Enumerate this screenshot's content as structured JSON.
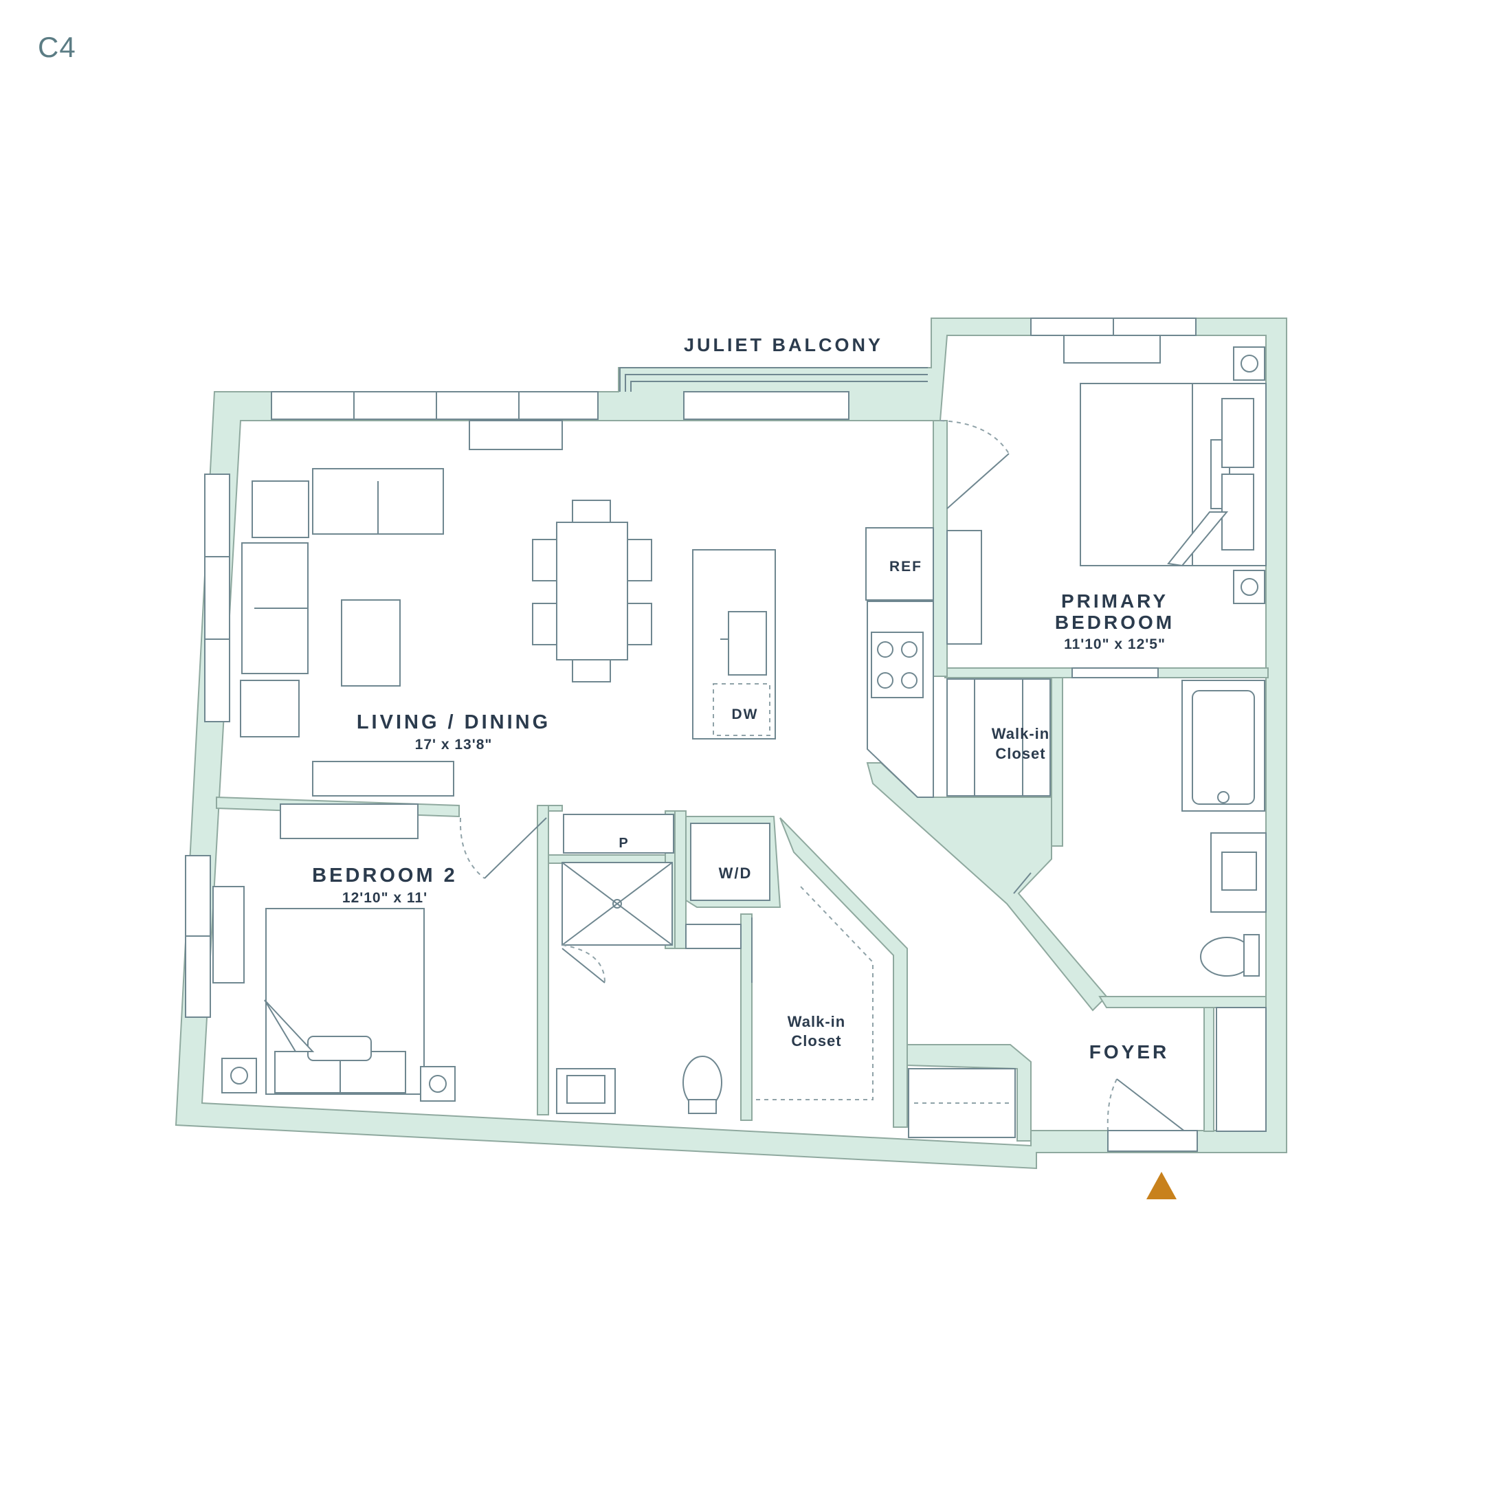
{
  "unit_code": "C4",
  "labels": {
    "balcony": "JULIET BALCONY",
    "primary_bedroom_line1": "PRIMARY",
    "primary_bedroom_line2": "BEDROOM",
    "primary_bedroom_dim": "11'10\" x 12'5\"",
    "living_dining": "LIVING / DINING",
    "living_dining_dim": "17' x 13'8\"",
    "bedroom2": "BEDROOM 2",
    "bedroom2_dim": "12'10\" x 11'",
    "foyer": "FOYER",
    "ref": "REF",
    "dw": "DW",
    "pantry": "P",
    "wd": "W/D",
    "walkin_primary_line1": "Walk-in",
    "walkin_primary_line2": "Closet",
    "walkin_bed2_line1": "Walk-in",
    "walkin_bed2_line2": "Closet"
  },
  "colors": {
    "wall_fill": "#d6ebe2",
    "line": "#6f8790",
    "text": "#2b3b4d",
    "entry_marker": "#c8811c"
  }
}
